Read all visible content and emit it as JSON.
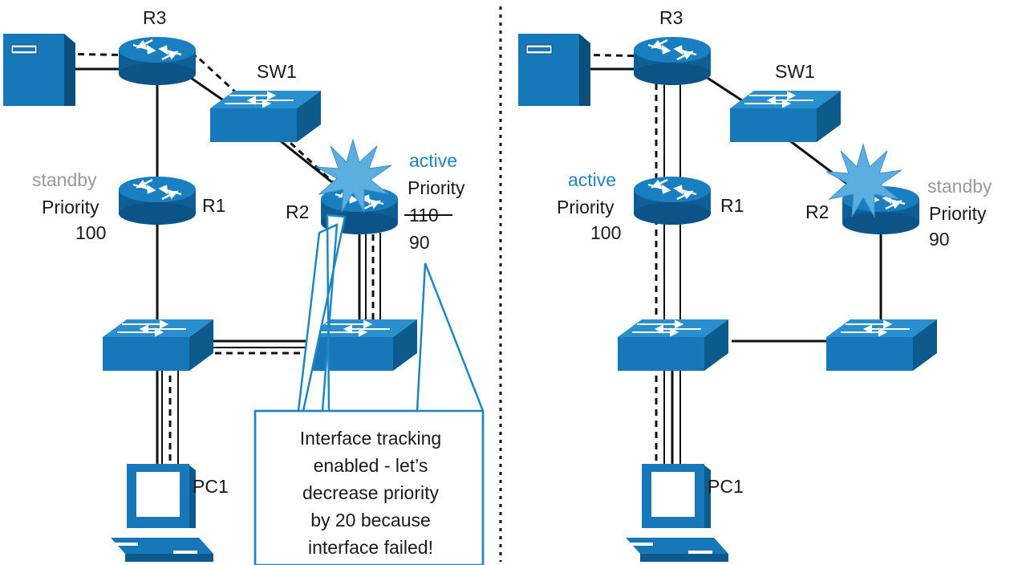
{
  "left": {
    "router_top": "R3",
    "switch_top": "SW1",
    "router_left": "R1",
    "router_right": "R2",
    "r1_state": "standby",
    "r1_priority_label": "Priority",
    "r1_priority": "100",
    "r2_state": "active",
    "r2_priority_label": "Priority",
    "r2_old_priority": "110",
    "r2_new_priority": "90",
    "pc": "PC1",
    "callout_lines": [
      "Interface tracking",
      "enabled - let’s",
      "decrease priority",
      "by 20 because",
      "interface failed!"
    ]
  },
  "right": {
    "router_top": "R3",
    "switch_top": "SW1",
    "router_left": "R1",
    "router_right": "R2",
    "r1_state": "active",
    "r1_priority_label": "Priority",
    "r1_priority": "100",
    "r2_state": "standby",
    "r2_priority_label": "Priority",
    "r2_priority": "90",
    "pc": "PC1"
  },
  "colors": {
    "device_blue": "#1678b8",
    "device_dark": "#0d5a8c",
    "active_blue": "#1f86bf",
    "standby_grey": "#9a9a9a",
    "failure_burst": "#5aaee0"
  }
}
